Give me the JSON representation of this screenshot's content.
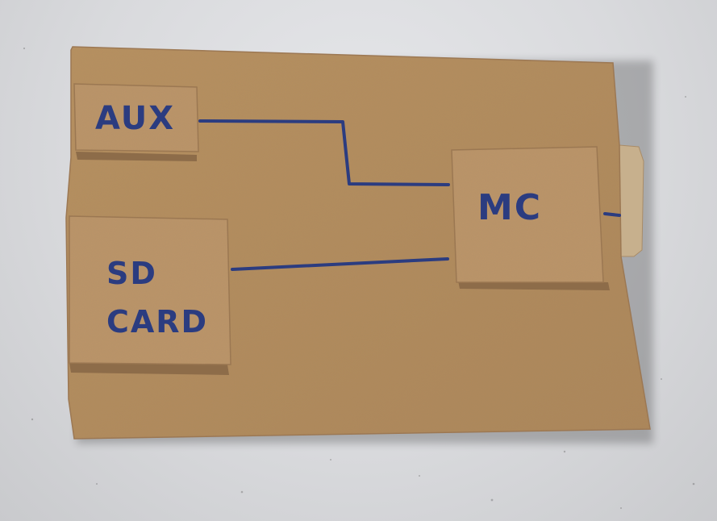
{
  "modules": {
    "aux": {
      "label": "AUX"
    },
    "mc": {
      "label": "MC"
    },
    "sd_card": {
      "line1": "SD",
      "line2": "CARD"
    }
  },
  "colors": {
    "wall": "#dcdde0",
    "cardboard": "#b48c63",
    "cardboard_edge": "#9c7752",
    "ink": "#2b3c80"
  }
}
